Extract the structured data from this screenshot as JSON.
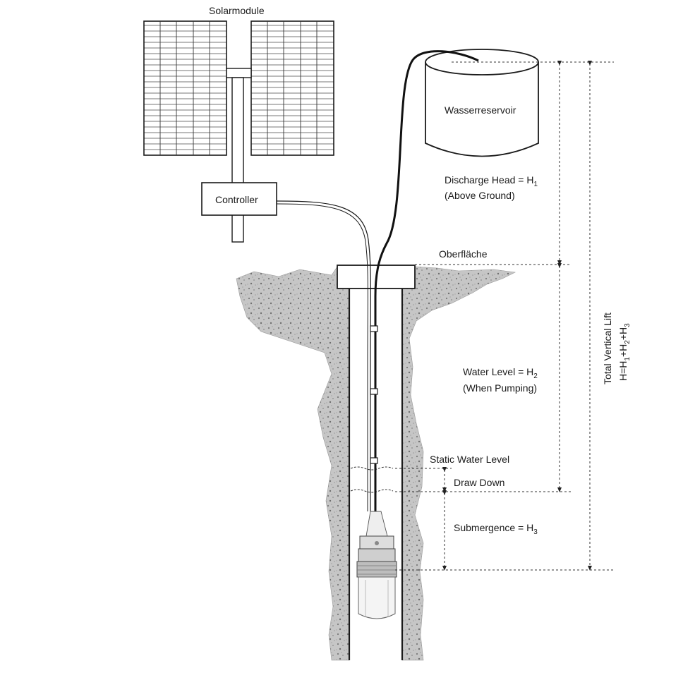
{
  "labels": {
    "solar": "Solarmodule",
    "reservoir": "Wasserreservoir",
    "controller": "Controller",
    "surface": "Oberfläche",
    "discharge_1": "Discharge Head = H",
    "discharge_1_sub": "1",
    "discharge_2": "(Above Ground)",
    "water_level_1": "Water Level = H",
    "water_level_1_sub": "2",
    "water_level_2": "(When Pumping)",
    "static": "Static Water Level",
    "drawdown": "Draw Down",
    "submergence": "Submergence = H",
    "submergence_sub": "3",
    "total_1": "Total Vertical Lift",
    "total_2_a": "H=H",
    "total_2_s1": "1",
    "total_2_b": "+H",
    "total_2_s2": "2",
    "total_2_c": "+H",
    "total_2_s3": "3"
  },
  "colors": {
    "ground": "#c9c9c9",
    "line": "#1a1a1a"
  }
}
